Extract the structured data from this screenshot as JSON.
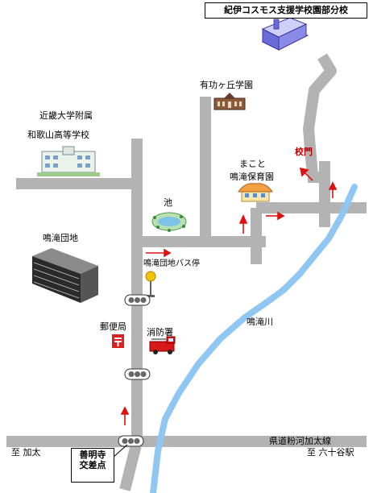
{
  "title": "紀伊コスモス支援学校園部分校",
  "places": {
    "kindai_line1": "近畿大学附属",
    "kindai_line2": "和歌山高等学校",
    "yukogaoka": "有功ヶ丘学園",
    "school_gate": "校門",
    "makoto_line1": "まこと",
    "makoto_line2": "鳴滝保育園",
    "pond": "池",
    "narutaki_danchi": "鳴滝団地",
    "bus_stop": "鳴滝団地バス停",
    "post_office": "郵便局",
    "fire_station": "消防署",
    "river": "鳴滝川",
    "prefectural_road": "県道粉河加太線",
    "to_kada": "至 加太",
    "to_mutaya": "至 六十谷駅"
  },
  "crossing": {
    "line1": "善明寺",
    "line2": "交差点"
  },
  "icons": {
    "school": "school-building-icon",
    "high_school": "high-school-building-icon",
    "yukogaoka": "brick-building-icon",
    "nursery": "nursery-building-icon",
    "pond": "pond-icon",
    "apartment": "apartment-block-icon",
    "bus": "bus-stop-sign-icon",
    "post": "post-office-mark-icon",
    "fire": "fire-engine-icon",
    "signal": "traffic-signal-icon"
  },
  "colors": {
    "road": "#b3b3b3",
    "river": "#8fc6f2",
    "gate_text": "#c00000",
    "arrow": "#e01010"
  }
}
